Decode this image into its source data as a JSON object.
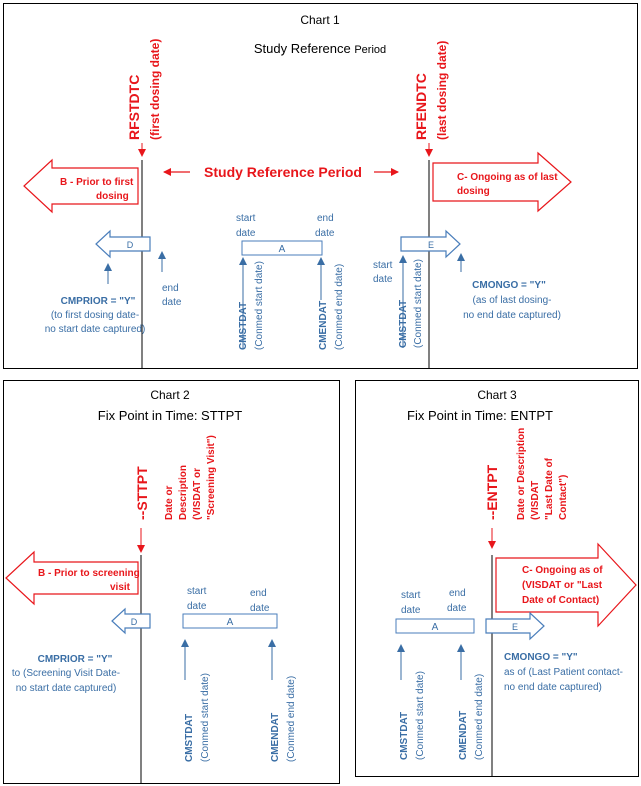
{
  "chart1": {
    "title": "Chart 1",
    "subtitle_main": "Study Reference ",
    "subtitle_small": "Period",
    "rfstdtc_label": "RFSTDTC",
    "rfstdtc_sub": "(first dosing date)",
    "rfendtc_label": "RFENDTC",
    "rfendtc_sub": "(last dosing date)",
    "period_label": "Study Reference Period",
    "b_arrow_line1": "B - Prior to first",
    "b_arrow_line2": "dosing",
    "c_arrow_line1": "C- Ongoing as of last",
    "c_arrow_line2": "dosing",
    "d_label": "D",
    "a_label": "A",
    "e_label": "E",
    "start_date_1": "start",
    "start_date_2": "date",
    "end_date_1": "end",
    "end_date_2": "date",
    "d_end_1": "end",
    "d_end_2": "date",
    "e_start_1": "start",
    "e_start_2": "date",
    "cmprior_label": "CMPRIOR = \"Y\"",
    "cmprior_note1": "(to first dosing date-",
    "cmprior_note2": "no start date captured)",
    "cmongo_label": "CMONGO = \"Y\"",
    "cmongo_note1": "(as of last dosing-",
    "cmongo_note2": "no end date captured)",
    "cmstdat": "CMSTDAT",
    "cmstdat_sub": "(Conmed start date)",
    "cmendat": "CMENDAT",
    "cmendat_sub": "(Conmed end date)",
    "cmstdat_e": "CMSTDAT",
    "cmstdat_e_sub": "(Conmed start date)"
  },
  "chart2": {
    "title": "Chart 2",
    "subtitle": "Fix Point in Time: STTPT",
    "sttpt_label": "--STTPT",
    "desc1": "Date or",
    "desc2": "Description",
    "desc3": "(VISDAT or",
    "desc4": "\"Screening Visit\")",
    "b_arrow_line1": "B - Prior to screening",
    "b_arrow_line2": "visit",
    "d_label": "D",
    "a_label": "A",
    "start_1": "start",
    "start_2": "date",
    "end_1": "end",
    "end_2": "date",
    "cmprior_label": "CMPRIOR = \"Y\"",
    "cmprior_note1": "to (Screening Visit Date-",
    "cmprior_note2": "no start date captured)",
    "cmstdat": "CMSTDAT",
    "cmstdat_sub": "(Conmed start date)",
    "cmendat": "CMENDAT",
    "cmendat_sub": "(Conmed end date)"
  },
  "chart3": {
    "title": "Chart 3",
    "subtitle": "Fix Point in Time: ENTPT",
    "entpt_label": "--ENTPT",
    "desc1": "Date or Description",
    "desc2": "(VISDAT",
    "desc3": "\"Last Date of",
    "desc4": "Contact\")",
    "c_arrow_line1": "C- Ongoing as of",
    "c_arrow_line2": "(VISDAT or \"Last",
    "c_arrow_line3": "Date of Contact)",
    "a_label": "A",
    "e_label": "E",
    "start_1": "start",
    "start_2": "date",
    "end_1": "end",
    "end_2": "date",
    "cmongo_label": "CMONGO = \"Y\"",
    "cmongo_note1": "as of (Last Patient contact-",
    "cmongo_note2": "no end date captured)",
    "cmstdat": "CMSTDAT",
    "cmstdat_sub": "(Conmed start date)",
    "cmendat": "CMENDAT",
    "cmendat_sub": "(Conmed end date)"
  },
  "colors": {
    "red": "#e8161b",
    "blue": "#3a6ea5",
    "blue_arrow": "#4a7ebb"
  }
}
